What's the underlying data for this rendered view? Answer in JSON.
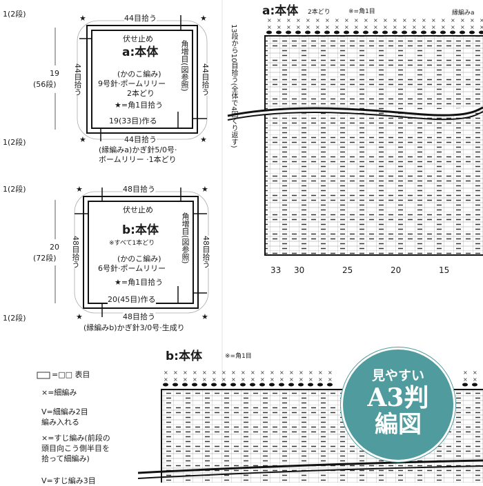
{
  "diagram_a": {
    "title": "a:本体",
    "top_pick": "44目拾う",
    "bottom_pick": "44目拾う",
    "left_pick": "44目拾う",
    "right_pick": "44目拾う",
    "bind_off": "伏せ止め",
    "corner_increase": "角増目(図参照)",
    "pattern": "(かのこ編み)",
    "needle": "9号針·ポームリリー",
    "strands": "2本どり",
    "star_note": "★=角1目拾う",
    "cast_on": "19(33目)作る",
    "height": "19",
    "height_rows": "(56段)",
    "edge_top": "1(2段)",
    "edge_bottom": "1(2段)",
    "edging_1": "(縁編みa)かぎ針5/0号·",
    "edging_2": "ボームリリー ·1本どり",
    "star": "★"
  },
  "diagram_b": {
    "title": "b:本体",
    "all_note": "※すべて1本どり",
    "top_pick": "48目拾う",
    "bottom_pick": "48目拾う",
    "left_pick": "48目拾う",
    "right_pick": "48目拾う",
    "bind_off": "伏せ止め",
    "corner_increase": "角増目(図参照)",
    "pattern": "(かのこ編み)",
    "needle": "6号針·ポームリリー",
    "star_note": "★=角1目拾う",
    "cast_on": "20(45目)作る",
    "height": "20",
    "height_rows": "(72段)",
    "edge_top": "1(2段)",
    "edge_bottom": "1(2段)",
    "edging": "(縁編みb)かぎ針3/0号·生成り",
    "star": "★"
  },
  "chart_a": {
    "title": "a:本体",
    "strands": "2本どり",
    "corner_note": "※=角1目",
    "edging_label": "縁編みa",
    "side_note": "13段から10目拾う(全体で4回くり返す)",
    "stitch_numbers": [
      "33",
      "30",
      "25",
      "20",
      "15"
    ]
  },
  "chart_b": {
    "title": "b:本体",
    "corner_note": "※=角1目"
  },
  "legend": {
    "items": [
      "=□□ 表目",
      "×=細編み",
      "V=細編み2目\n編み入れる",
      "×=すじ編み(前段の\n頭目向こう側半目を\n拾って細編み)",
      "V=すじ編み3目"
    ]
  },
  "badge": {
    "line1": "見やすい",
    "line2": "A3判",
    "line3": "編図",
    "color": "#4f9b9d"
  }
}
